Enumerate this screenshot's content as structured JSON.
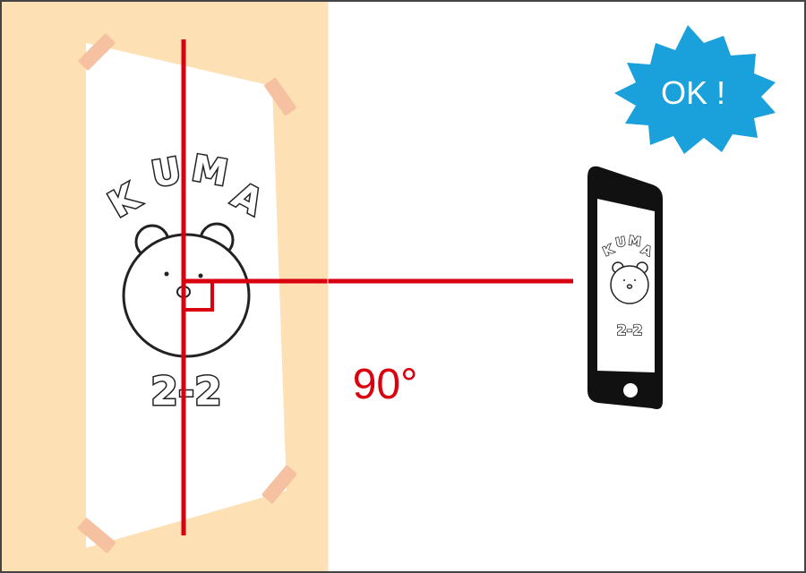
{
  "speech_bubble": {
    "text": "OK !"
  },
  "angle_label": "90°",
  "poster": {
    "title_letters": [
      "K",
      "U",
      "M",
      "A"
    ],
    "number": "2-2"
  },
  "phone_screen": {
    "title_letters": [
      "K",
      "U",
      "M",
      "A"
    ],
    "number": "2-2"
  },
  "colors": {
    "wall": "#fde0b3",
    "frame": "#444444",
    "red_line": "#d9000f",
    "tape": "#f6c1a0",
    "bubble": "#1aa0db",
    "phone": "#111111"
  }
}
